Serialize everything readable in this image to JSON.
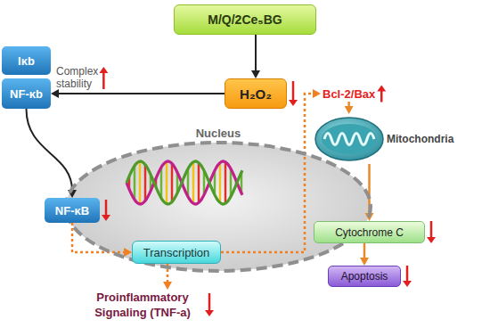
{
  "diagram": {
    "nodes": [
      {
        "text": [
          "M/Q/2Ce₅BG"
        ]
      },
      {
        "text": [
          "Iκb"
        ]
      },
      {
        "text": [
          "NF-κb"
        ]
      },
      {
        "text": [
          "H₂O₂"
        ]
      },
      {
        "text": [
          "Bcl-2/Bax"
        ]
      },
      {
        "text": [
          "Nucleus"
        ]
      },
      {
        "text": [
          "NF-κB"
        ],
        "in": 5
      },
      {
        "text": [
          "Transcription"
        ],
        "in": 5
      },
      {
        "text": [
          "Mitochondria"
        ]
      },
      {
        "text": [
          "Cytochrome C"
        ]
      },
      {
        "text": [
          "Apoptosis"
        ]
      },
      {
        "text": [
          "Proinflammatory Signaling (TNF-a)"
        ]
      }
    ],
    "edges": [
      {
        "from": 0,
        "to": 3,
        "arrow": "to"
      },
      {
        "from": 3,
        "to": 2,
        "label": "Complex stability",
        "arrow": "to"
      },
      {
        "from": 2,
        "to": 6,
        "arrow": "to"
      },
      {
        "from": 6,
        "to": 7,
        "arrow": "to"
      },
      {
        "from": 7,
        "to": 11,
        "arrow": "to"
      },
      {
        "from": 7,
        "to": 4,
        "arrow": "to"
      },
      {
        "from": 4,
        "to": 8,
        "arrow": "to"
      },
      {
        "from": 8,
        "to": 9,
        "arrow": "to"
      },
      {
        "from": 9,
        "to": 10,
        "arrow": "to"
      }
    ]
  }
}
